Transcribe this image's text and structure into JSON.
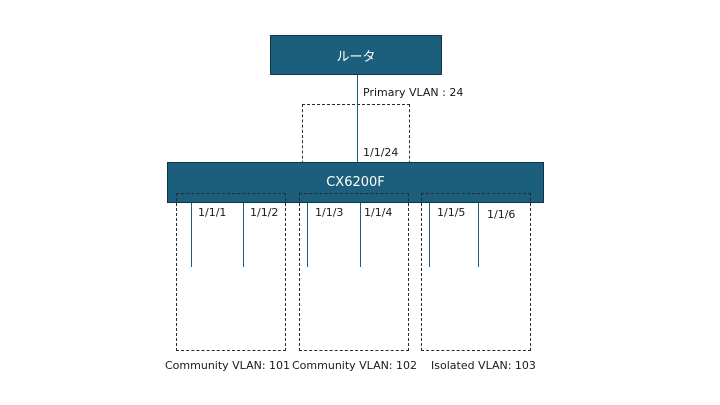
{
  "router": {
    "label": "ルータ"
  },
  "switch": {
    "label": "CX6200F"
  },
  "uplink": {
    "vlan_label": "Primary VLAN : 24",
    "port": "1/1/24"
  },
  "groups": [
    {
      "label": "Community VLAN: 101",
      "ports": [
        "1/1/1",
        "1/1/2"
      ]
    },
    {
      "label": "Community VLAN: 102",
      "ports": [
        "1/1/3",
        "1/1/4"
      ]
    },
    {
      "label": "Isolated VLAN: 103",
      "ports": [
        "1/1/5",
        "1/1/6"
      ]
    }
  ],
  "colors": {
    "node_fill": "#1b5f7c",
    "node_text": "#ffffff",
    "line": "#1b5f7c"
  }
}
